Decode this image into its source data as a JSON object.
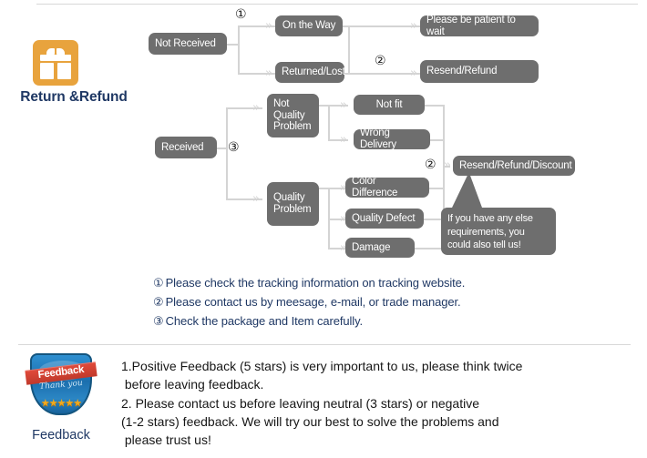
{
  "sections": {
    "return_refund": {
      "icon_name": "gift-icon",
      "label": "Return &Refund",
      "label_color": "#1f3864",
      "icon_color": "#e8a33d"
    },
    "feedback": {
      "icon_name": "feedback-shield-badge",
      "label": "Feedback",
      "badge_ribbon_text": "Feedback",
      "badge_subtext": "Thank you",
      "badge_stars": "★★★★★",
      "lines": [
        "1.Positive Feedback (5 stars) is very important to us, please think twice",
        " before leaving feedback.",
        "2. Please contact us before leaving neutral (3 stars) or negative",
        "(1-2 stars) feedback. We will try our best to solve the problems and",
        " please trust us!"
      ]
    }
  },
  "flowchart": {
    "node_color": "#6e6e6e",
    "line_color": "#d4d4d4",
    "nodes": {
      "not_received": "Not Received",
      "on_the_way": "On the Way",
      "returned_lost": "Returned/Lost",
      "please_wait": "Please be patient to wait",
      "resend_refund": "Resend/Refund",
      "received": "Received",
      "not_quality_problem": "Not\nQuality\nProblem",
      "quality_problem": "Quality\nProblem",
      "not_fit": "Not fit",
      "wrong_delivery": "Wrong Delivery",
      "color_difference": "Color Difference",
      "quality_defect": "Quality Defect",
      "damage": "Damage",
      "resend_refund_discount": "Resend/Refund/Discount"
    },
    "callout": "If you have any else requirements, you could also tell us!",
    "markers": {
      "m1": "①",
      "m2_top": "②",
      "m2_mid": "②",
      "m3": "③"
    }
  },
  "notes": [
    {
      "num": "①",
      "text": "Please check the tracking information on tracking website."
    },
    {
      "num": "②",
      "text": "Please contact us by meesage, e-mail, or trade manager."
    },
    {
      "num": "③",
      "text": "Check the package and Item carefully."
    }
  ]
}
